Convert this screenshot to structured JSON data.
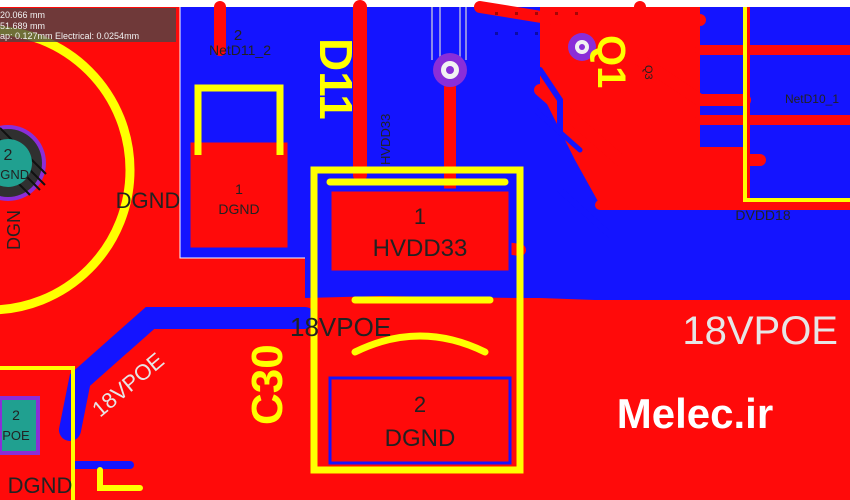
{
  "colors": {
    "top_copper": "#ff0a0a",
    "bottom_copper": "#1414ff",
    "silkscreen": "#ffff00",
    "pad_ring": "#8a2ed8",
    "pad_hole": "#f2f2f2",
    "thermal_pad": "#20a090",
    "background": "#ffffff"
  },
  "readout": {
    "line1": "20.066 mm",
    "line2": "51.689 mm",
    "line3": "ap: 0.127mm Electrical: 0.0254mm"
  },
  "labels": {
    "netd11_pin": "2",
    "netd11_net": "NetD11_2",
    "d11_ref": "D11",
    "hvdd33_vertical": "HVDD33",
    "q1_ref": "Q1",
    "q1_sub": "Q3",
    "netd10": "NetD10_1",
    "dvdd18": "DVDD18",
    "big_pad_pin": "2",
    "big_pad_net": "DGND",
    "big_pad_net_vertical": "DGN",
    "dgnd_left": "DGND",
    "small_pad_pin": "1",
    "small_pad_net": "DGND",
    "c30_pin1": "1",
    "c30_net1": "HVDD33",
    "c30_pin2": "2",
    "c30_net2": "DGND",
    "c30_ref": "C30",
    "poe_inline": "18VPOE",
    "poe_right": "18VPOE",
    "poe_diagonal": "18VPOE",
    "bl_pad_pin": "2",
    "bl_pad_net": "POE",
    "dgnd_bottom": "DGND",
    "watermark": "Melec.ir"
  }
}
